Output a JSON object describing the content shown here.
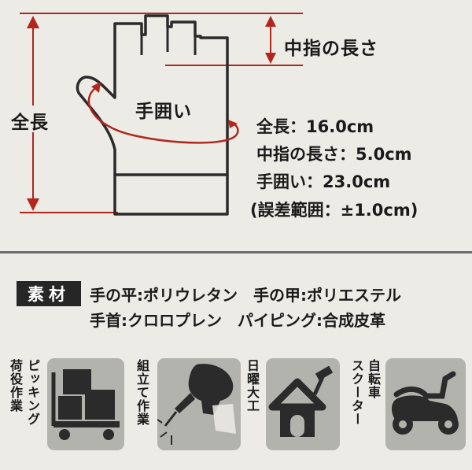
{
  "diagram": {
    "total_length_label": "全長",
    "middle_finger_label": "中指の長さ",
    "hand_circumference_label": "手囲い",
    "colors": {
      "dimension_line": "#b3261e",
      "outline": "#2a2a2a"
    }
  },
  "specs": [
    "全長：16.0cm",
    "中指の長さ：5.0cm",
    "手囲い：23.0cm",
    "(誤差範囲：±1.0cm)"
  ],
  "materials": {
    "tag": "素材",
    "line1": "手の平:ポリウレタン　手の甲:ポリエステル",
    "line2": "手首:クロロプレン　パイピング:合成皮革"
  },
  "uses": [
    {
      "label": "荷役作業",
      "label2": "ピッキング",
      "icon": "cart-boxes-icon"
    },
    {
      "label": "組立て作業",
      "icon": "drill-icon"
    },
    {
      "label": "日曜大工",
      "icon": "doghouse-hammer-icon"
    },
    {
      "label": "自転車",
      "label2": "スクーター",
      "icon": "scooter-icon"
    }
  ]
}
